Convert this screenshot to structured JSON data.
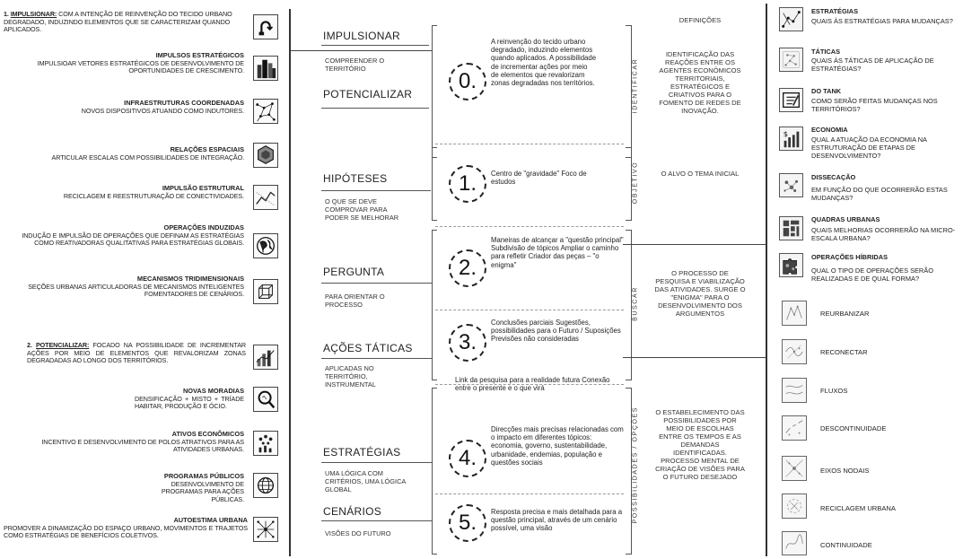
{
  "left": {
    "section1_num": "1.",
    "section1_head": "IMPULSIONAR:",
    "section1_text": "COM A INTENÇÃO DE REINVENÇÃO DO TECIDO URBANO DEGRADADO, INDUZINDO ELEMENTOS QUE SE CARACTERIZAM QUANDO APLICADOS.",
    "items1": [
      {
        "title": "IMPULSOS ESTRATÉGICOS",
        "text": "IMPULSIOAR VETORES ESTRATÉGICOS DE DESENVOLVIMENTO DE OPORTUNIDADES DE CRESCIMENTO."
      },
      {
        "title": "INFRAESTRUTURAS COORDENADAS",
        "text": "NOVOS DISPOSITIVOS ATUANDO COMO INDUTORES."
      },
      {
        "title": "RELAÇÕES ESPACIAIS",
        "text": "ARTICULAR ESCALAS COM POSSIBILIDADES DE INTEGRAÇÃO."
      },
      {
        "title": "IMPULSÃO ESTRUTURAL",
        "text": "RECICLAGEM E REESTRUTURAÇÃO DE CONECTIVIDADES."
      },
      {
        "title": "OPERAÇÕES INDUZIDAS",
        "text": "INDUÇÃO E IMPULSÃO DE OPERAÇÕES QUE DEFINAM AS ESTRATÉGIAS COMO REATIVADORAS QUALITATIVAS PARA ESTRATÉGIAS GLOBAIS."
      },
      {
        "title": "MECANISMOS TRIDIMENSIONAIS",
        "text": "SEÇÕES URBANAS ARTICULADORAS DE MECANISMOS INTELIGENTES FOMENTADORES DE CENÁRIOS."
      }
    ],
    "section2_num": "2.",
    "section2_head": "POTENCIALIZAR:",
    "section2_text": "FOCADO NA POSSIBILIDADE DE INCREMENTAR AÇÕES POR MEIO DE ELEMENTOS QUE REVALORIZAM ZONAS DEGRADADAS AO LONGO DOS TERRITÓRIOS.",
    "items2": [
      {
        "title": "NOVAS MORADIAS",
        "text": "DENSIFICAÇÃO + MISTO + TRÍADE HABITAR, PRODUÇÃO E ÓCIO."
      },
      {
        "title": "ATIVOS ECONÔMICOS",
        "text": "INCENTIVO E DESENVOLVIMENTO DE POLOS ATRATIVOS PARA AS ATIVIDADES URBANAS."
      },
      {
        "title": "PROGRAMAS PÚBLICOS",
        "text": "DESENVOLVIMENTO DE PROGRAMAS PARA AÇÕES PÚBLICAS."
      },
      {
        "title": "AUTOESTIMA URBANA",
        "text": "PROMOVER A DINAMIZAÇÃO DO ESPAÇO URBANO, MOVIMENTOS E TRAJETOS COMO ESTRATÉGIAS DE BENEFÍCIOS COLETIVOS."
      }
    ]
  },
  "stages": [
    {
      "title": "IMPULSIONAR",
      "sub": "COMPREENDER O TERRITÓRIO"
    },
    {
      "title": "POTENCIALIZAR",
      "sub": ""
    },
    {
      "title": "HIPÓTESES",
      "sub": "O QUE SE DEVE COMPROVAR PARA PODER SE MELHORAR"
    },
    {
      "title": "PERGUNTA",
      "sub": "PARA ORIENTAR O PROCESSO"
    },
    {
      "title": "AÇÕES TÁTICAS",
      "sub": "APLICADAS NO TERRITÓRIO, INSTRUMENTAL"
    },
    {
      "title": "ESTRATÉGIAS",
      "sub": "UMA LÓGICA COM CRITÉRIOS, UMA LÓGICA GLOBAL"
    },
    {
      "title": "CENÁRIOS",
      "sub": "VISÕES DO FUTURO"
    }
  ],
  "numbers": [
    "0.",
    "1.",
    "2.",
    "3.",
    "4.",
    "5."
  ],
  "descriptions": [
    "A reinvenção do tecido urbano degradado, induzindo elementos quando aplicados. A possibilidade de incrementar ações por meio de elementos que revalorizam zonas degradadas nos territórios.",
    "Centro de \"gravidade\" Foco de estudos",
    "Maneiras de alcançar a \"questão principal\" Subdivisão de tópicos Ampliar o caminho para refletir Criador das peças – \"o enigma\"",
    "Conclusões parciais Sugestões, possibilidades para o Futuro / Suposições Previsões não consideradas",
    "Link da pesquisa para a realidade futura Conexão entre o presente e o que virá",
    "Direcções mais precisas relacionadas com o impacto em diferentes tópicos: economia, governo, sustentabilidade, urbanidade, endemias, população e questões sociais",
    "Resposta precisa e mais detalhada para a questão principal, através de um cenário possível, uma visão"
  ],
  "vertical_labels": [
    "IDENTIFICAR",
    "OBJETIVO",
    "BUSCAR",
    "POSSIBILIDADES / OPÇÕES"
  ],
  "definitions": [
    "DEFINIÇÕES",
    "IDENTIFICAÇÃO DAS REAÇÕES ENTRE OS AGENTES ECONÔMICOS TERRITORIAIS, ESTRATÉGICOS E CRIATIVOS PARA O FOMENTO DE REDES DE INOVAÇÃO.",
    "O ALVO O TEMA INICIAL",
    "O PROCESSO DE PESQUISA E VIABILIZAÇÃO DAS ATIVIDADES. SURGE O \"ENIGMA\" PARA O DESENVOLVIMENTO DOS ARGUMENTOS",
    "O ESTABELECIMENTO DAS POSSIBILIDADES POR MEIO DE ESCOLHAS ENTRE OS TEMPOS E AS DEMANDAS IDENTIFICADAS. PROCESSO MENTAL DE CRIAÇÃO DE VISÕES PARA O FUTURO DESEJADO"
  ],
  "right_top": [
    {
      "title": "ESTRATÉGIAS",
      "text": "QUAIS ÀS ESTRATÉGIAS PARA MUDANÇAS?"
    },
    {
      "title": "TÁTICAS",
      "text": "QUAIS ÀS TÁTICAS DE APLICAÇÃO DE ESTRATÉGIAS?"
    },
    {
      "title": "DO TANK",
      "text": "COMO SERÃO FEITAS MUDANÇAS NOS TERRITÓRIOS?"
    },
    {
      "title": "ECONOMIA",
      "text": "QUAL A ATUAÇÃO DA ECONOMIA NA ESTRUTURAÇÃO DE ETAPAS DE DESENVOLVIMENTO?"
    },
    {
      "title": "DISSECAÇÃO",
      "text": "EM FUNÇÃO DO QUE OCORRERÃO ESTAS MUDANÇAS?"
    },
    {
      "title": "QUADRAS URBANAS",
      "text": "QUAIS MELHORIAS OCORRERÃO NA MICRO-ESCALA URBANA?"
    },
    {
      "title": "OPERAÇÕES HÍBRIDAS",
      "text": "QUAL O TIPO DE OPERAÇÕES SERÃO REALIZADAS E DE QUAL FORMA?"
    }
  ],
  "right_bottom": [
    "REURBANIZAR",
    "RECONECTAR",
    "FLUXOS",
    "DESCONTINUIDADE",
    "EIXOS NODAIS",
    "RECICLAGEM URBANA",
    "CONTINUIDADE"
  ]
}
